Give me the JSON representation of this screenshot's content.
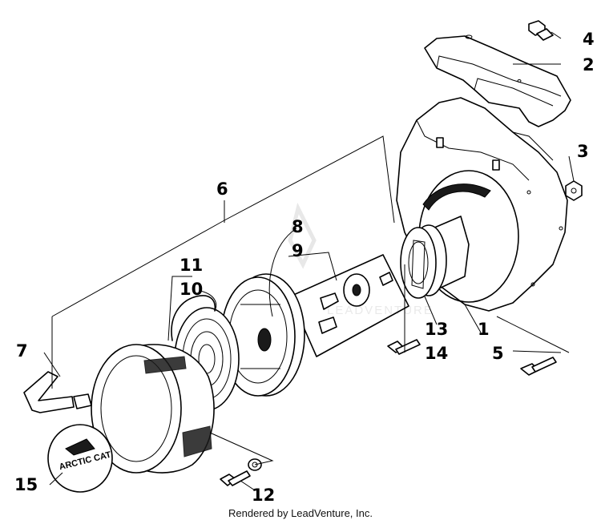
{
  "diagram": {
    "callouts": [
      "1",
      "2",
      "3",
      "4",
      "5",
      "6",
      "7",
      "8",
      "9",
      "10",
      "11",
      "12",
      "13",
      "14",
      "15"
    ],
    "logo_text": "ARCTIC CAT",
    "watermark_text": "LEADVENTURE",
    "footer": "Rendered by LeadVenture, Inc."
  }
}
